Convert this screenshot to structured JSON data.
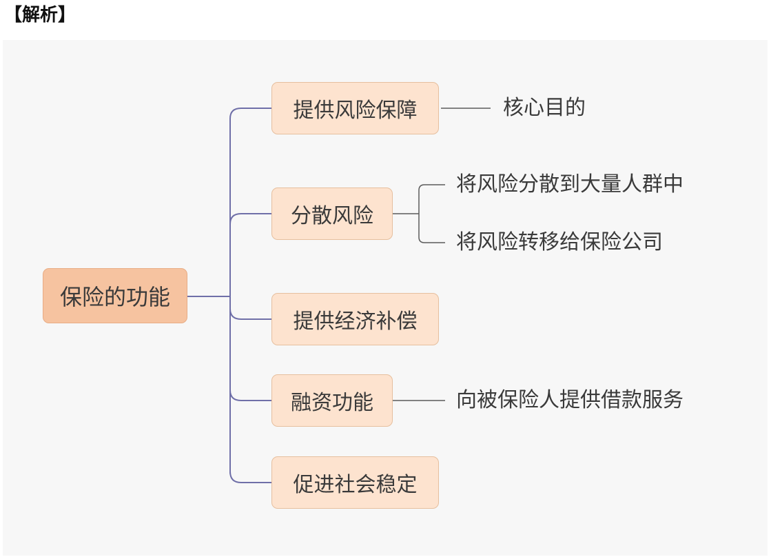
{
  "heading": "【解析】",
  "root": {
    "label": "保险的功能"
  },
  "branches": [
    {
      "label": "提供风险保障",
      "details": [
        "核心目的"
      ]
    },
    {
      "label": "分散风险",
      "details": [
        "将风险分散到大量人群中",
        "将风险转移给保险公司"
      ]
    },
    {
      "label": "提供经济补偿",
      "details": []
    },
    {
      "label": "融资功能",
      "details": [
        "向被保险人提供借款服务"
      ]
    },
    {
      "label": "促进社会稳定",
      "details": []
    }
  ],
  "colors": {
    "root_fill": "#f6c3a0",
    "node_fill": "#fde3cf",
    "main_connector": "#6f6fa8",
    "detail_connector": "#5a5a5a",
    "text": "#3a3a3a"
  }
}
